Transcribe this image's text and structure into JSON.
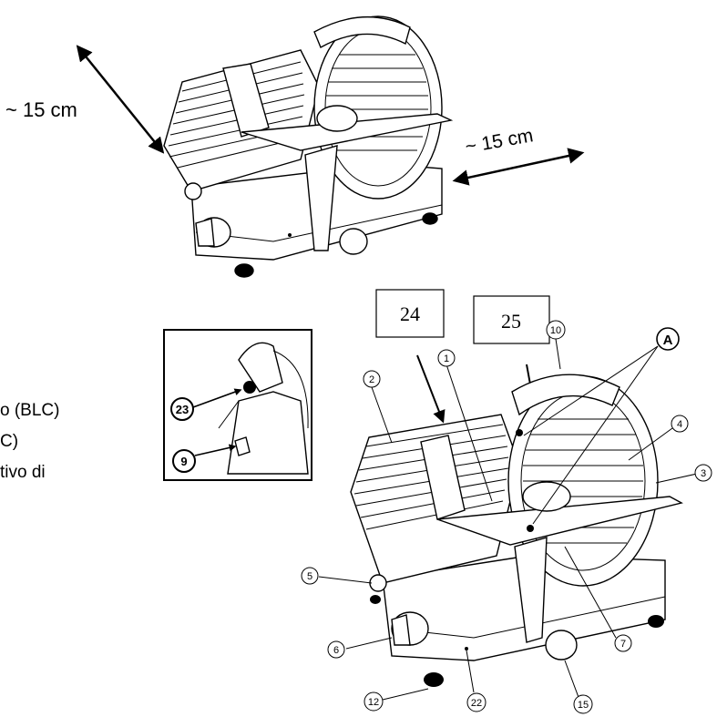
{
  "dimensions": {
    "rear_clearance": "~ 15 cm",
    "side_clearance": "~ 15 cm"
  },
  "text_fragments": {
    "line1": "o (BLC)",
    "line2": "C)",
    "line3": "tivo di"
  },
  "boxed_labels": {
    "box_24": "24",
    "box_25": "25"
  },
  "inset_callouts": {
    "c23": "23",
    "c9": "9"
  },
  "callouts": {
    "c1": "1",
    "c2": "2",
    "c3": "3",
    "c4": "4",
    "c5": "5",
    "c6": "6",
    "c7": "7",
    "c10": "10",
    "c12": "12",
    "c15": "15",
    "c22": "22",
    "cA": "A"
  }
}
